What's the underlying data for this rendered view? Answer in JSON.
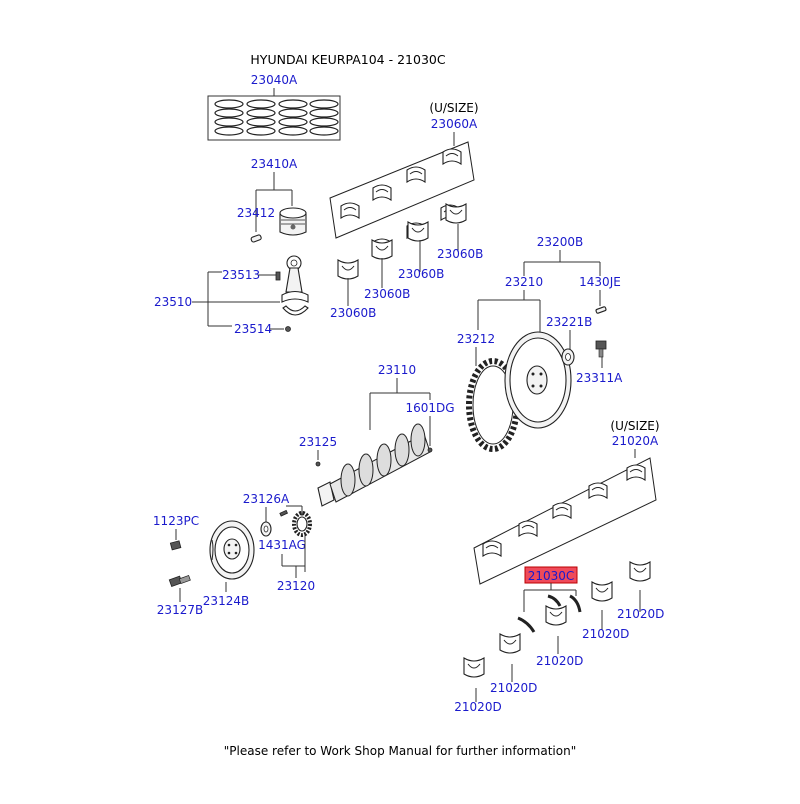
{
  "header": {
    "title": "HYUNDAI KEURPA104 - 21030C"
  },
  "footer": {
    "note": "\"Please refer to Work Shop Manual for further information\""
  },
  "usize_labels": [
    "(U/SIZE)",
    "(U/SIZE)"
  ],
  "highlight": {
    "part": "21030C",
    "color": "#ef4a5a"
  },
  "part_numbers": {
    "p23040A": "23040A",
    "p23060A": "23060A",
    "p23410A": "23410A",
    "p23412": "23412",
    "p23060B_1": "23060B",
    "p23060B_2": "23060B",
    "p23060B_3": "23060B",
    "p23060B_4": "23060B",
    "p23513": "23513",
    "p23510": "23510",
    "p23514": "23514",
    "p23200B": "23200B",
    "p23210": "23210",
    "p1430JE": "1430JE",
    "p23221B": "23221B",
    "p23212": "23212",
    "p23311A": "23311A",
    "p23110": "23110",
    "p1601DG": "1601DG",
    "p23125": "23125",
    "p21020A": "21020A",
    "p23126A": "23126A",
    "p1123PC": "1123PC",
    "p1431AG": "1431AG",
    "p23120": "23120",
    "p23127B": "23127B",
    "p23124B": "23124B",
    "p21030C": "21030C",
    "p21020D_1": "21020D",
    "p21020D_2": "21020D",
    "p21020D_3": "21020D",
    "p21020D_4": "21020D",
    "p21020D_5": "21020D"
  }
}
